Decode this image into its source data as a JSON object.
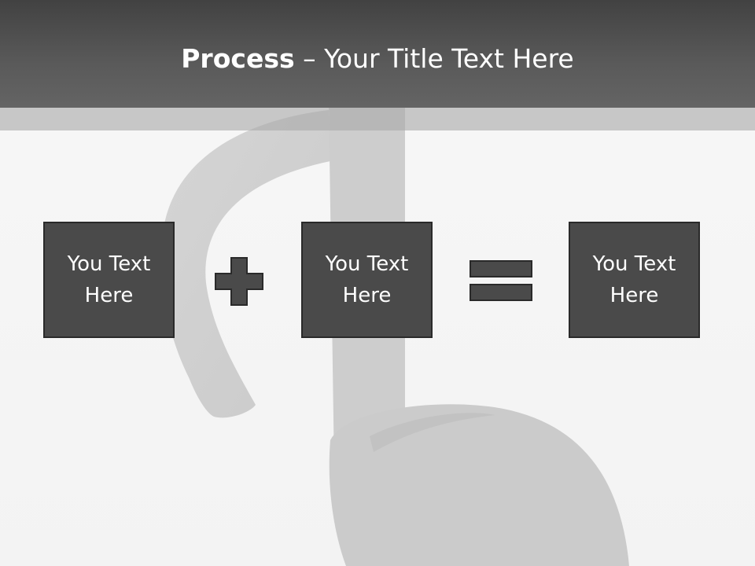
{
  "title": {
    "bold": "Process",
    "rest": " – Your Title Text Here"
  },
  "process": {
    "boxes": [
      {
        "line1": "You Text",
        "line2": "Here"
      },
      {
        "line1": "You Text",
        "line2": "Here"
      },
      {
        "line1": "You Text",
        "line2": "Here"
      }
    ],
    "operators": [
      "plus-icon",
      "equals-icon"
    ]
  },
  "background": {
    "image": "music-note-icon"
  },
  "colors": {
    "title_bar": "#555555",
    "box_fill": "#4a4a4a",
    "box_border": "#2a2a2a",
    "operator_fill": "#4a4a4a"
  }
}
